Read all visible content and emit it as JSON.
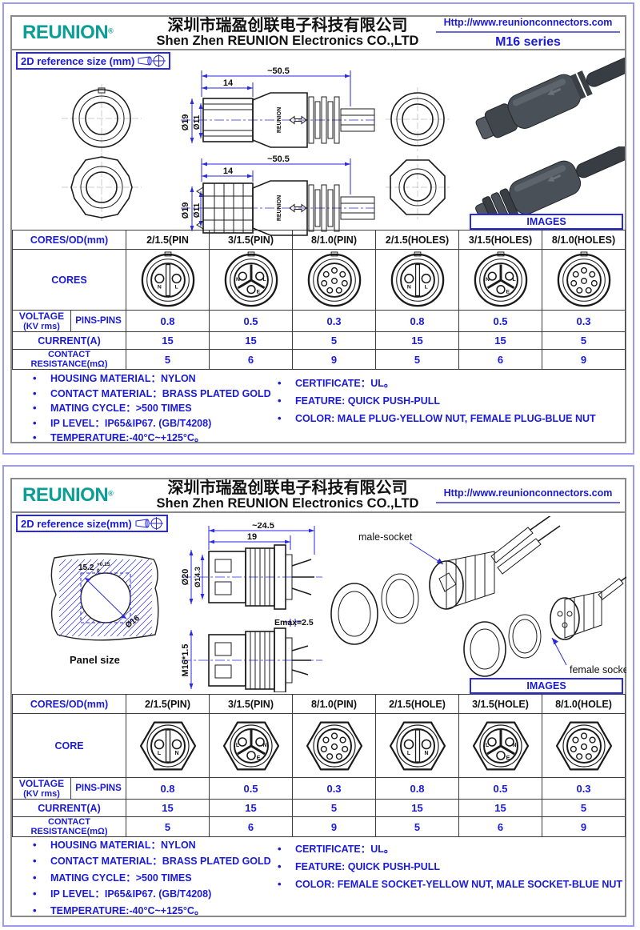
{
  "doc": {
    "panels": [
      {
        "header": {
          "logo": "REUNION",
          "reg": "®",
          "company_cn": "深圳市瑞盈创联电子科技有限公司",
          "company_en": "Shen Zhen REUNION Electronics CO.,LTD",
          "url": "Http://www.reunionconnectors.com",
          "series": "M16 series"
        },
        "drawing": {
          "ref_label": "2D reference size (mm)",
          "images_label": "IMAGES",
          "dim_total": "~50.5",
          "dim_front": "14",
          "dim_outer": "Ø19",
          "dim_inner": "Ø11",
          "body_brand": "REUNION"
        },
        "table": {
          "cores_od_label": "CORES/OD(mm)",
          "columns": [
            "2/1.5(PIN",
            "3/1.5(PIN)",
            "8/1.0(PIN)",
            "2/1.5(HOLES)",
            "3/1.5(HOLES)",
            "8/1.0(HOLES)"
          ],
          "cores_label": "CORES",
          "cores": [
            {
              "pins": 2,
              "shape": "round",
              "labels": "N,L"
            },
            {
              "pins": 3,
              "shape": "round",
              "labels": "N,L,E"
            },
            {
              "pins": 8,
              "shape": "round",
              "labels": ""
            },
            {
              "pins": 2,
              "shape": "round",
              "labels": "N,L"
            },
            {
              "pins": 3,
              "shape": "round",
              "labels": "N,L,E"
            },
            {
              "pins": 8,
              "shape": "round",
              "labels": ""
            }
          ],
          "voltage_label": "VOLTAGE",
          "voltage_sub": "(KV rms)",
          "pins_pins_label": "PINS-PINS",
          "voltage_values": [
            "0.8",
            "0.5",
            "0.3",
            "0.8",
            "0.5",
            "0.3"
          ],
          "current_label": "CURRENT(A)",
          "current_values": [
            "15",
            "15",
            "5",
            "15",
            "15",
            "5"
          ],
          "resistance_label": "CONTACT RESISTANCE(mΩ)",
          "resistance_values": [
            "5",
            "6",
            "9",
            "5",
            "6",
            "9"
          ]
        },
        "bullets_left": [
          "HOUSING MATERIAL：NYLON",
          "CONTACT MATERIAL：BRASS PLATED GOLD",
          "MATING CYCLE：>500 TIMES",
          "IP LEVEL：IP65&IP67. (GB/T4208)",
          "TEMPERATURE:-40°C~+125°C。"
        ],
        "bullets_right": [
          "CERTIFICATE：UL。",
          "FEATURE: QUICK PUSH-PULL",
          "COLOR: MALE PLUG-YELLOW NUT, FEMALE PLUG-BLUE NUT"
        ]
      },
      {
        "header": {
          "logo": "REUNION",
          "reg": "®",
          "company_cn": "深圳市瑞盈创联电子科技有限公司",
          "company_en": "Shen Zhen REUNION Electronics CO.,LTD",
          "url": "Http://www.reunionconnectors.com"
        },
        "drawing": {
          "ref_label": "2D reference size(mm)",
          "images_label": "IMAGES",
          "dim_total": "~24.5",
          "dim_front": "19",
          "dim_outer": "Ø20",
          "dim_inner": "Ø14.3",
          "dim_emax": "Emax=2.5",
          "dim_thread": "M16*1.5",
          "panel_hole": "15.2",
          "panel_tol_sup": "+0.15",
          "panel_tol_sub": "0",
          "panel_dia": "Ø16",
          "panel_caption": "Panel size",
          "male_label": "male-socket",
          "female_label": "female socket"
        },
        "table": {
          "cores_od_label": "CORES/OD(mm)",
          "columns": [
            "2/1.5(PIN)",
            "3/1.5(PIN)",
            "8/1.0(PIN)",
            "2/1.5(HOLE)",
            "3/1.5(HOLE)",
            "8/1.0(HOLE)"
          ],
          "cores_label": "CORE",
          "cores": [
            {
              "pins": 2,
              "shape": "hex",
              "labels": "L,N"
            },
            {
              "pins": 3,
              "shape": "hex",
              "labels": "L,N,E"
            },
            {
              "pins": 8,
              "shape": "hex",
              "labels": ""
            },
            {
              "pins": 2,
              "shape": "hex",
              "labels": "L,N"
            },
            {
              "pins": 3,
              "shape": "hex",
              "labels": "L,N,E"
            },
            {
              "pins": 8,
              "shape": "hex",
              "labels": ""
            }
          ],
          "voltage_label": "VOLTAGE",
          "voltage_sub": "(KV rms)",
          "pins_pins_label": "PINS-PINS",
          "voltage_values": [
            "0.8",
            "0.5",
            "0.3",
            "0.8",
            "0.5",
            "0.3"
          ],
          "current_label": "CURRENT(A)",
          "current_values": [
            "15",
            "15",
            "5",
            "15",
            "15",
            "5"
          ],
          "resistance_label": "CONTACT RESISTANCE(mΩ)",
          "resistance_values": [
            "5",
            "6",
            "9",
            "5",
            "6",
            "9"
          ]
        },
        "bullets_left": [
          "HOUSING MATERIAL：NYLON",
          "CONTACT MATERIAL：BRASS PLATED GOLD",
          "MATING CYCLE：>500 TIMES",
          "IP LEVEL：IP65&IP67. (GB/T4208)",
          "TEMPERATURE:-40°C~+125°C。"
        ],
        "bullets_right": [
          "CERTIFICATE：UL。",
          "FEATURE: QUICK PUSH-PULL",
          "COLOR: FEMALE SOCKET-YELLOW NUT, MALE SOCKET-BLUE NUT"
        ]
      }
    ]
  }
}
